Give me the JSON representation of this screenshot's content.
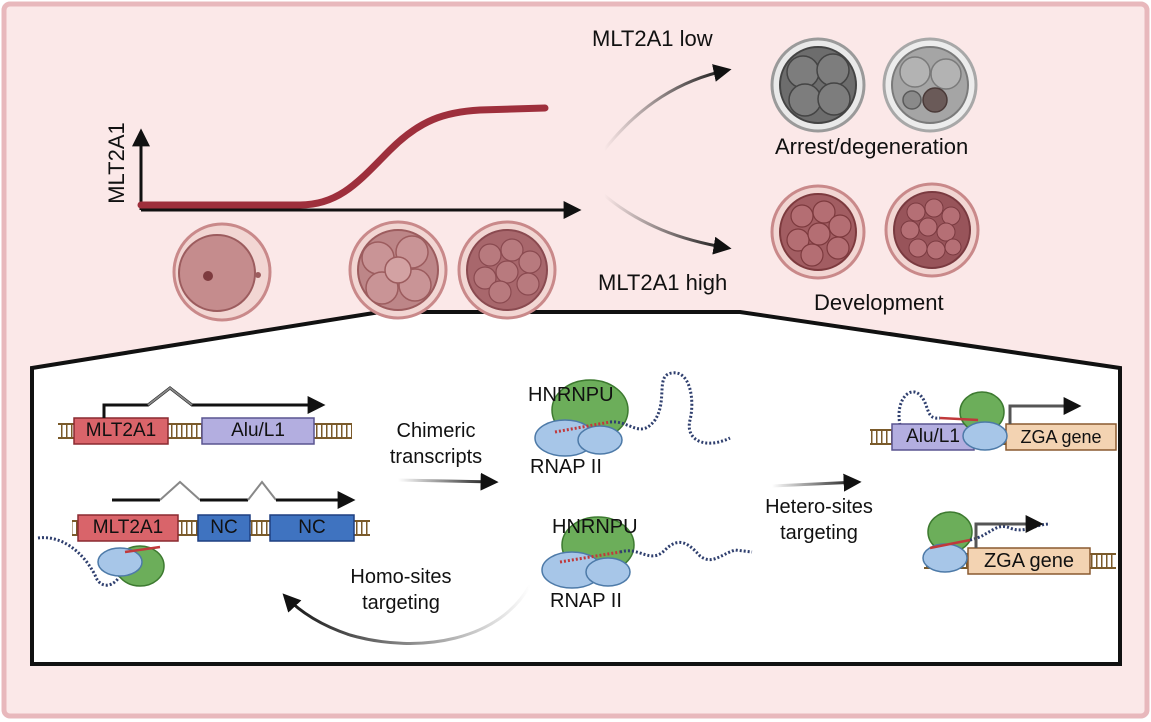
{
  "colors": {
    "background": "#fbe8e8",
    "frame": "#e8b8bc",
    "curve": "#9e2f3c",
    "mlt2a1_box": "#d9646a",
    "alu_box": "#b3aee0",
    "nc_box": "#3f73c0",
    "zga_box": "#f3d3b2",
    "rna": "#2f3f6e",
    "hnrnpu": "#6cae5a",
    "rnap": "#a7c6e8"
  },
  "top": {
    "y_axis_label": "MLT2A1",
    "low_label": "MLT2A1 low",
    "high_label": "MLT2A1 high",
    "arrest_label": "Arrest/degeneration",
    "development_label": "Development"
  },
  "bottom": {
    "row1": {
      "mlt2a1": "MLT2A1",
      "alu": "Alu/L1"
    },
    "row2": {
      "mlt2a1": "MLT2A1",
      "nc1": "NC",
      "nc2": "NC"
    },
    "chimeric_line1": "Chimeric",
    "chimeric_line2": "transcripts",
    "hnrnpu_1": "HNRNPU",
    "rnap_1": "RNAP II",
    "hnrnpu_2": "HNRNPU",
    "rnap_2": "RNAP II",
    "homo_line1": "Homo-sites",
    "homo_line2": "targeting",
    "hetero_line1": "Hetero-sites",
    "hetero_line2": "targeting",
    "right1": {
      "alu": "Alu/L1",
      "zga": "ZGA gene"
    },
    "right2": {
      "zga": "ZGA gene"
    }
  }
}
